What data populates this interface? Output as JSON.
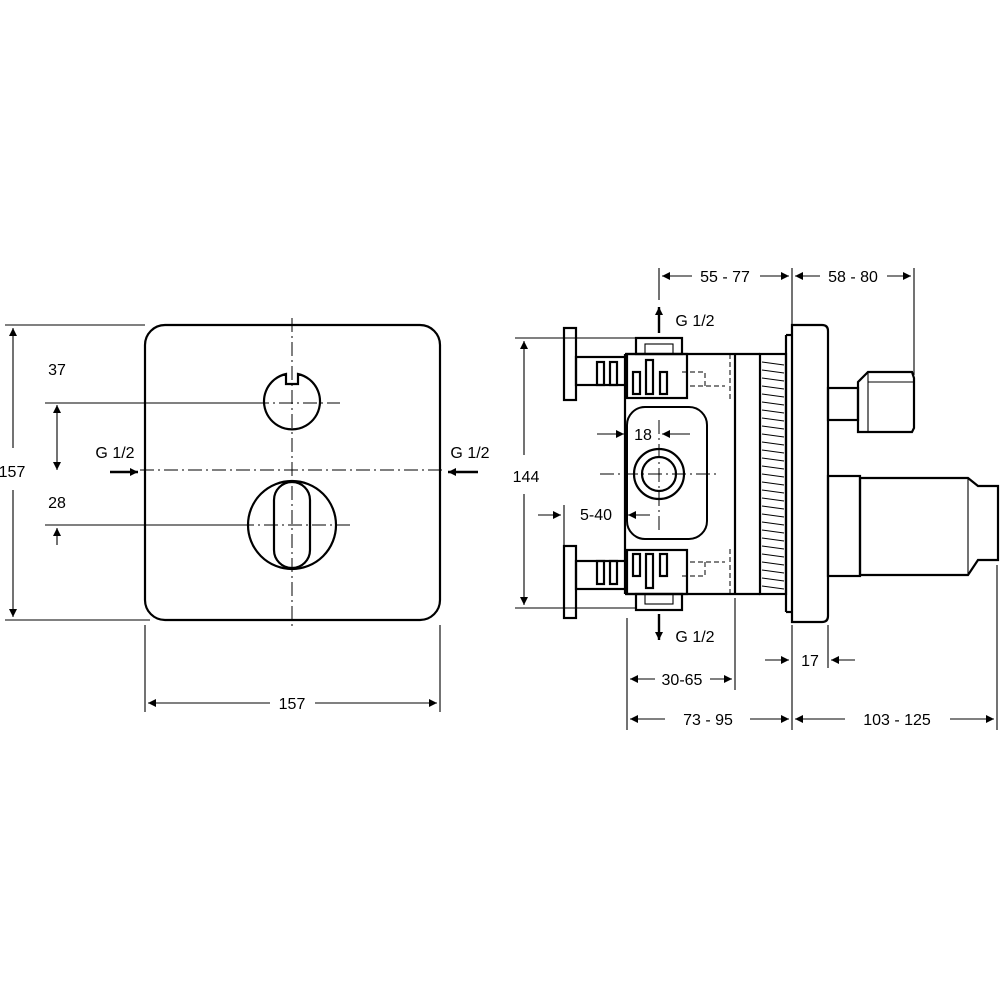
{
  "front_view": {
    "height_label": "157",
    "width_label": "157",
    "dim_upper": "37",
    "dim_lower": "28",
    "inlet_left": "G 1/2",
    "inlet_right": "G 1/2"
  },
  "side_view": {
    "top_left_dim": "55 - 77",
    "top_right_dim": "58 - 80",
    "port_top": "G 1/2",
    "port_bottom": "G 1/2",
    "height_dim": "144",
    "port_spacing": "18",
    "wall_range": "5-40",
    "lower_dim_a": "30-65",
    "lower_dim_b": "17",
    "bottom_left_dim": "73 - 95",
    "bottom_right_dim": "103 - 125"
  }
}
